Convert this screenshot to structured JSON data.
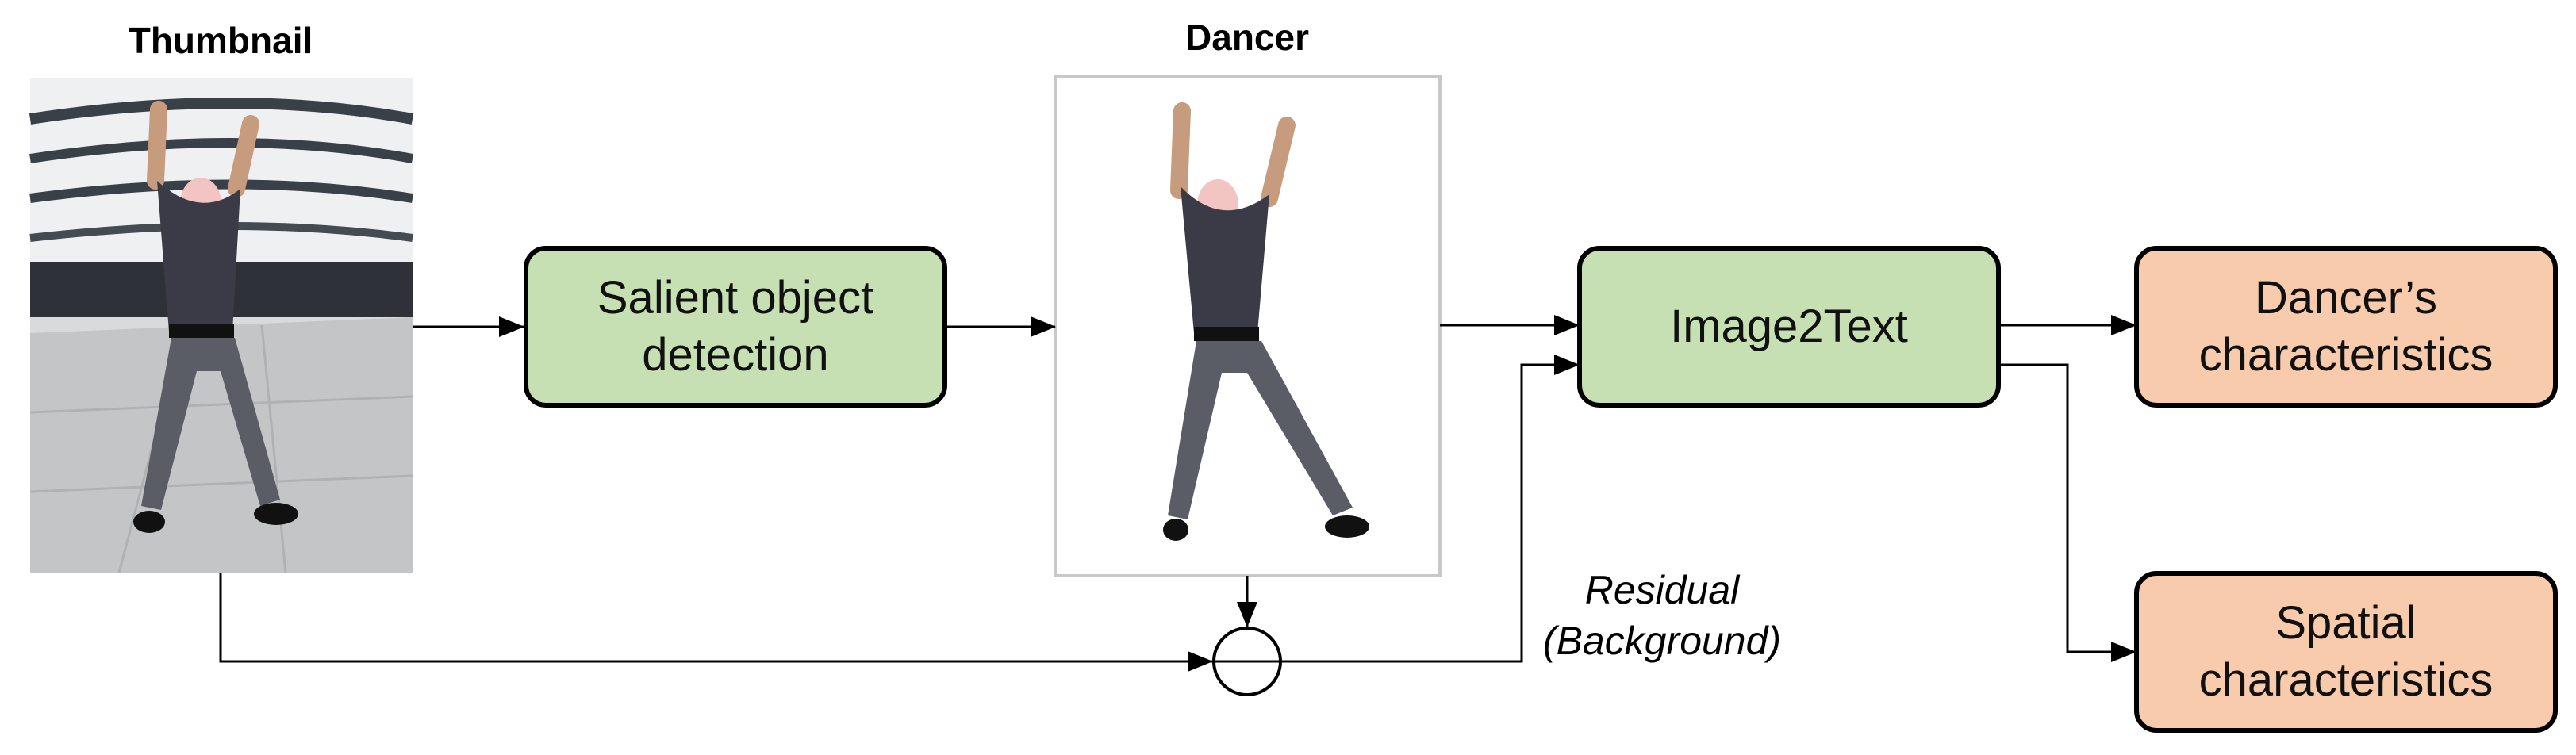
{
  "labels": {
    "thumbnail": "Thumbnail",
    "dancer": "Dancer",
    "residual_line1": "Residual",
    "residual_line2": "(Background)"
  },
  "boxes": {
    "salient_line1": "Salient object",
    "salient_line2": "detection",
    "image2text": "Image2Text",
    "dancer_char_line1": "Dancer’s",
    "dancer_char_line2": "characteristics",
    "spatial_char_line1": "Spatial",
    "spatial_char_line2": "characteristics"
  },
  "colors": {
    "process_fill": "#c6e0b4",
    "output_fill": "#f8cbad",
    "stroke": "#000000"
  }
}
